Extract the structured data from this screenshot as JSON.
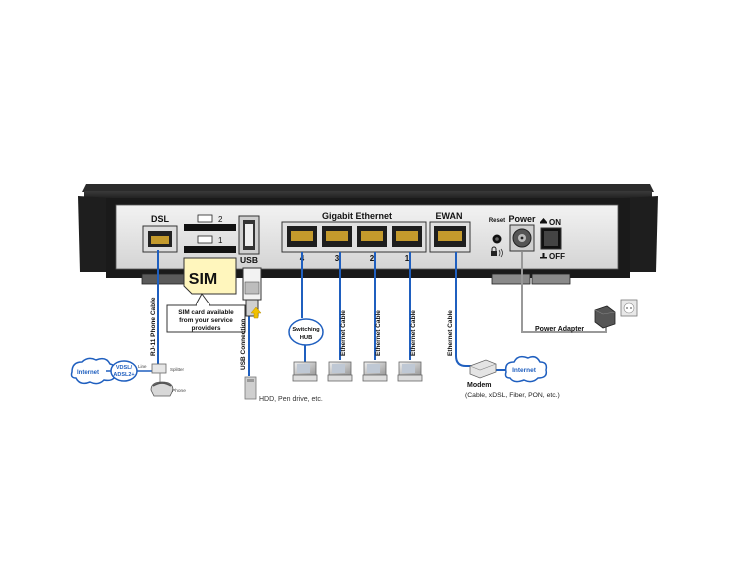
{
  "router": {
    "dsl_label": "DSL",
    "sim_slot_2": "2",
    "sim_slot_1": "1",
    "usb_label": "USB",
    "gigabit_label": "Gigabit Ethernet",
    "port_4": "4",
    "port_3": "3",
    "port_2": "2",
    "port_1": "1",
    "ewan_label": "EWAN",
    "reset_label": "Reset",
    "power_label": "Power",
    "on_label": "ON",
    "off_label": "OFF"
  },
  "sim_card": {
    "label": "SIM",
    "note_line1": "SIM card available",
    "note_line2": "from your service",
    "note_line3": "providers"
  },
  "dsl_side": {
    "cable_label": "RJ-11 Phone Cable",
    "internet_label": "Internet",
    "vdsl_line1": "VDSL/",
    "vdsl_line2": "ADSL2+",
    "line_label": "Line",
    "splitter_label": "Splitter",
    "phone_label": "Phone"
  },
  "usb_side": {
    "cable_label": "USB Connection",
    "device_label": "HDD, Pen drive, etc."
  },
  "lan_side": {
    "hub_line1": "Switching",
    "hub_line2": "HUB",
    "cable_label": "Ethernet Cable"
  },
  "ewan_side": {
    "cable_label": "Ethernet Cable",
    "modem_label": "Modem",
    "modem_types": "(Cable, xDSL, Fiber, PON, etc.)",
    "internet_label": "Internet"
  },
  "power_side": {
    "adapter_label": "Power Adapter"
  },
  "colors": {
    "cable_blue": "#1f5fbf",
    "power_cable": "#999999",
    "chassis": "#1a1a1a",
    "panel": "#e6e6e6"
  }
}
